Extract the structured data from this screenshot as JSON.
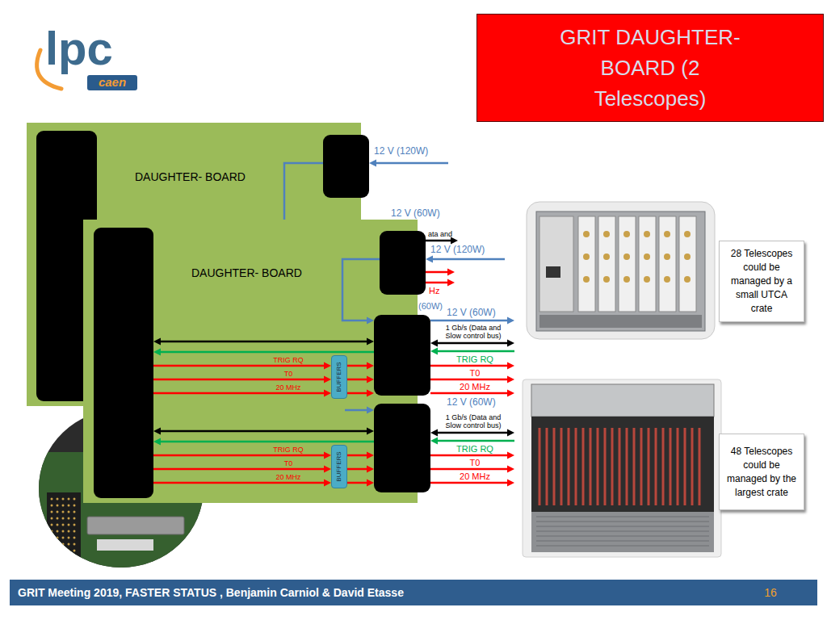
{
  "diagram": {
    "title": "GRIT DAUGHTER-BOARD (2 Telescopes)",
    "nodes": [
      {
        "text": [
          "DAUGHTER- BOARD"
        ]
      },
      {
        "text": [
          "DAUGHTER- BOARD"
        ]
      },
      {
        "text": [
          "BUFFERS"
        ],
        "in": 1
      },
      {
        "text": [
          "BUFFERS"
        ],
        "in": 1
      },
      {
        "text": [
          "28 Telescopes could be managed by a small UTCA crate"
        ]
      },
      {
        "text": [
          "48 Telescopes could be managed by the largest crate"
        ]
      }
    ],
    "labels": [
      "lpc",
      "caen",
      "12 V (120W)",
      "12 V (60W)",
      "ata and",
      "Hz",
      "(60W)",
      "12 V (120W)",
      "12 V (60W)",
      "1 Gb/s (Data and Slow control bus)",
      "TRIG RQ",
      "T0",
      "20 MHz",
      "TRIG RQ",
      "T0",
      "20 MHz",
      "12 V (60W)",
      "1 Gb/s (Data and Slow control bus)",
      "TRIG RQ",
      "T0",
      "20 MHz",
      "TRIG RQ",
      "T0",
      "20 MHz",
      "GRIT Meeting 2019, FASTER STATUS , Benjamin Carniol & David Etasse",
      "16"
    ]
  }
}
